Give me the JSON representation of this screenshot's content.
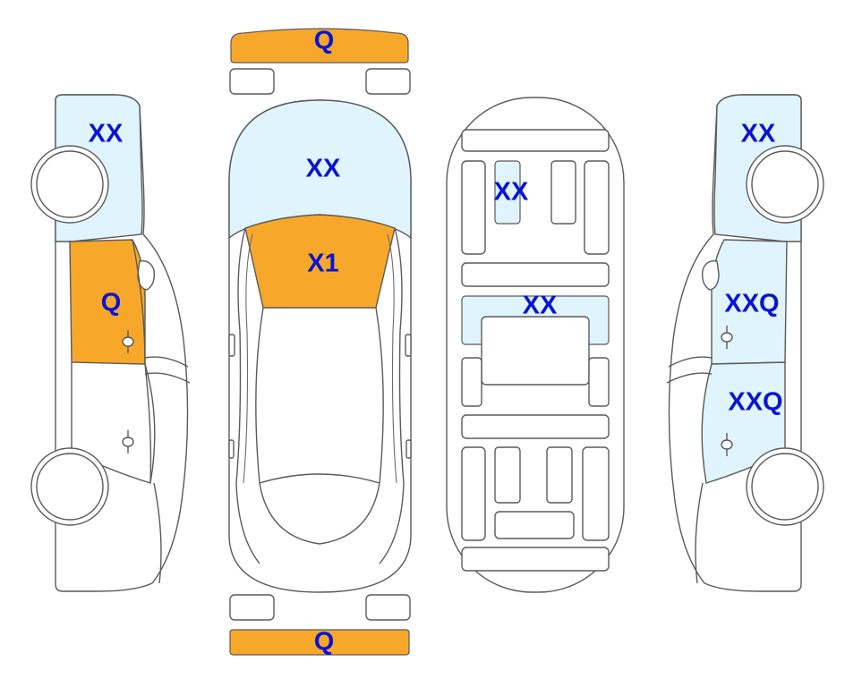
{
  "colors": {
    "orange": "#F7A82A",
    "light_blue": "#DFF4FC",
    "label": "#0A14D2",
    "outline": "#5A5A5A",
    "background": "#FFFFFF"
  },
  "labels": {
    "front_bumper": "Q",
    "rear_bumper": "Q",
    "left_front_fender": "XX",
    "left_front_door": "Q",
    "hood": "XX",
    "windshield": "X1",
    "underbody_front": "XX",
    "underbody_middle": "XX",
    "right_front_fender": "XX",
    "right_front_door": "XXQ",
    "right_rear_door": "XXQ"
  }
}
